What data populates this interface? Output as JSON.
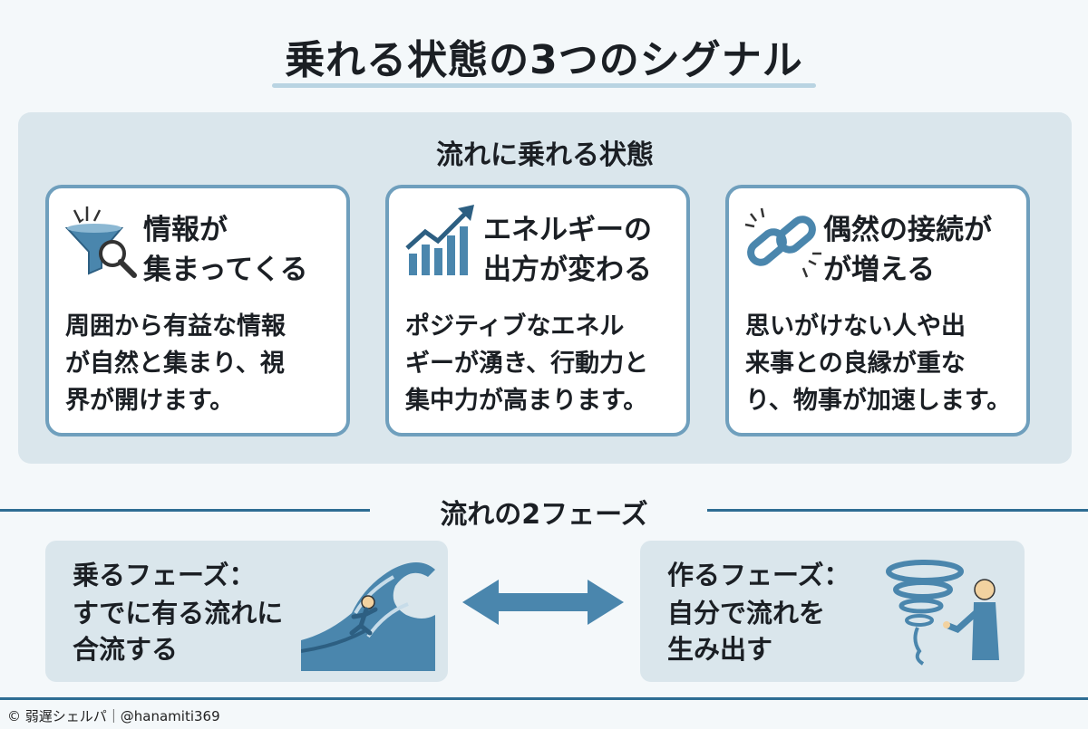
{
  "title": "乗れる状態の3つのシグナル",
  "signals": {
    "heading": "流れに乗れる状態",
    "cards": [
      {
        "icon": "funnel-magnifier-icon",
        "title": "情報が\n集まってくる",
        "desc": "周囲から有益な情報\nが自然と集まり、視\n界が開けます。"
      },
      {
        "icon": "rising-bar-chart-icon",
        "title": "エネルギーの\n出方が変わる",
        "desc": "ポジティブなエネル\nギーが湧き、行動力と\n集中力が高まります。"
      },
      {
        "icon": "chain-link-icon",
        "title": "偶然の接続が\nが増える",
        "desc": "思いがけない人や出\n来事との良縁が重な\nり、物事が加速します。"
      }
    ]
  },
  "phases": {
    "heading": "流れの2フェーズ",
    "ride": {
      "label": "乗るフェーズ：",
      "desc": "すでに有る流れに\n合流する",
      "icon": "wave-surfer-icon"
    },
    "arrow_icon": "double-arrow-icon",
    "make": {
      "label": "作るフェーズ：",
      "desc": "自分で流れを\n生み出す",
      "icon": "tornado-person-icon"
    }
  },
  "credit": "© 弱遅シェルパ｜@hanamiti369",
  "colors": {
    "accent": "#2e6d93",
    "icon_blue": "#4a86ad",
    "panel": "#dae6ec",
    "card_border": "#6f9fbd"
  }
}
